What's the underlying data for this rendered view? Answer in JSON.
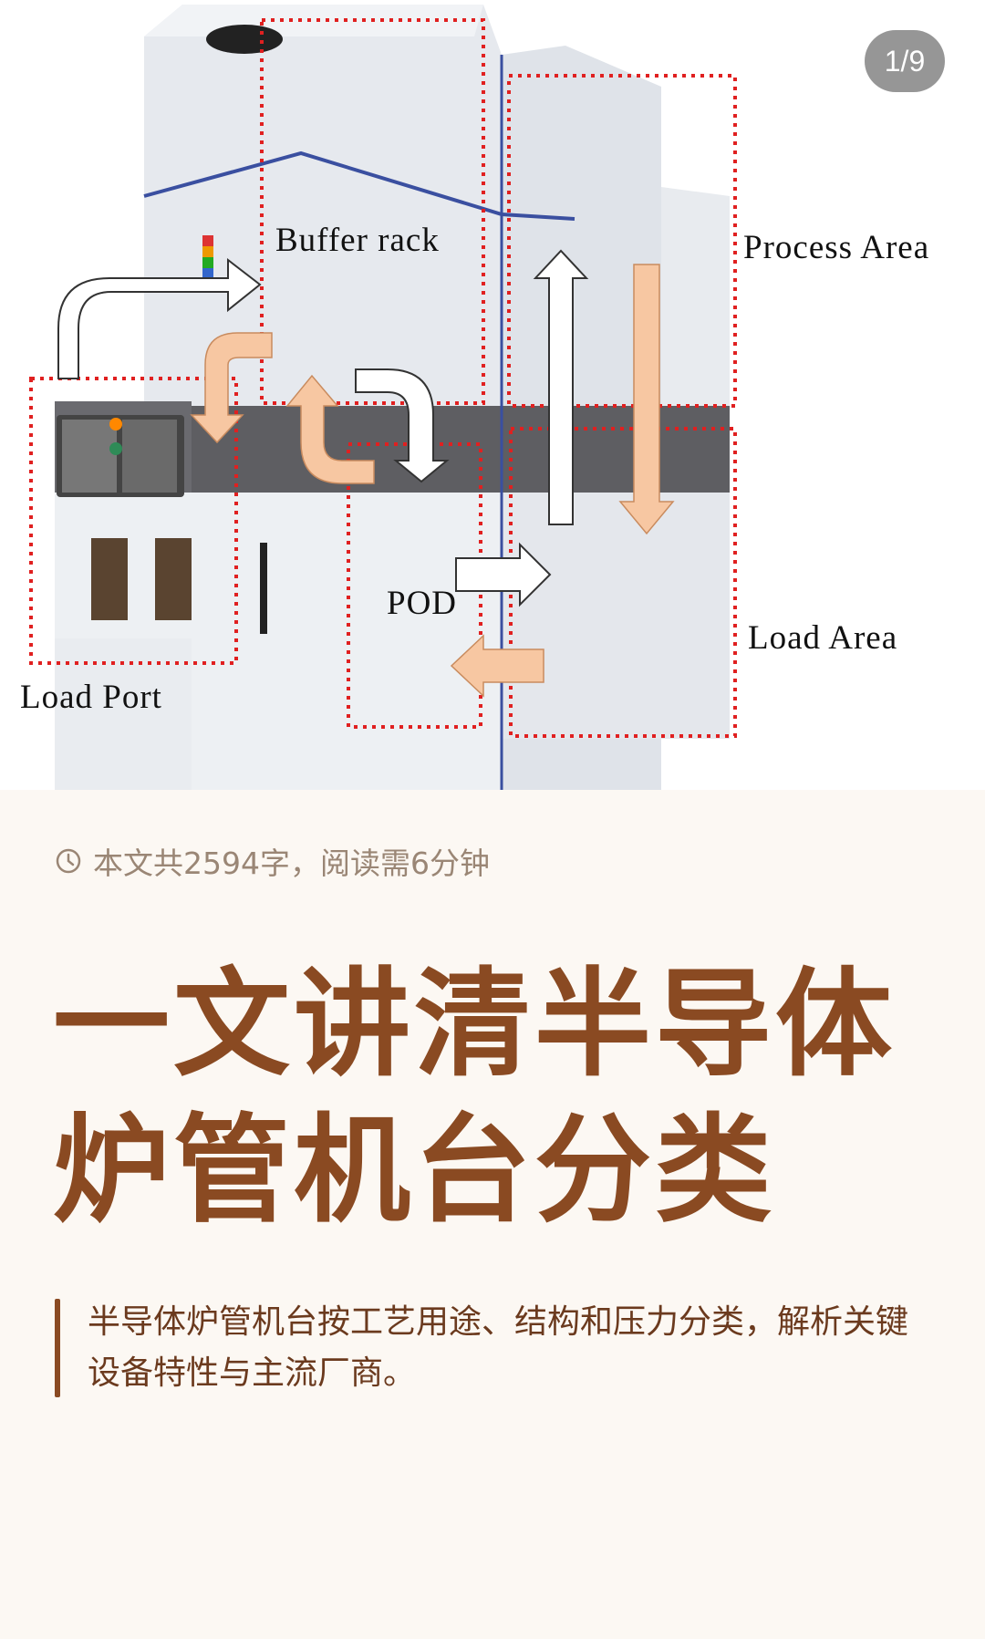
{
  "hero": {
    "counter": "1/9",
    "labels": {
      "buffer_rack": "Buffer rack",
      "process_area": "Process Area",
      "pod": "POD",
      "load_area": "Load Area",
      "load_port": "Load Port"
    }
  },
  "article": {
    "read_info": "本文共2594字，阅读需6分钟",
    "title": "一文讲清半导体炉管机台分类",
    "summary": "半导体炉管机台按工艺用途、结构和压力分类，解析关键设备特性与主流厂商。"
  },
  "colors": {
    "background": "#fcf8f3",
    "title": "#8a4a22",
    "meta": "#9a8675",
    "dash_red": "#e02020",
    "arrow_peach": "#f7c7a2"
  },
  "icons": {
    "read_time": "clock-icon"
  }
}
